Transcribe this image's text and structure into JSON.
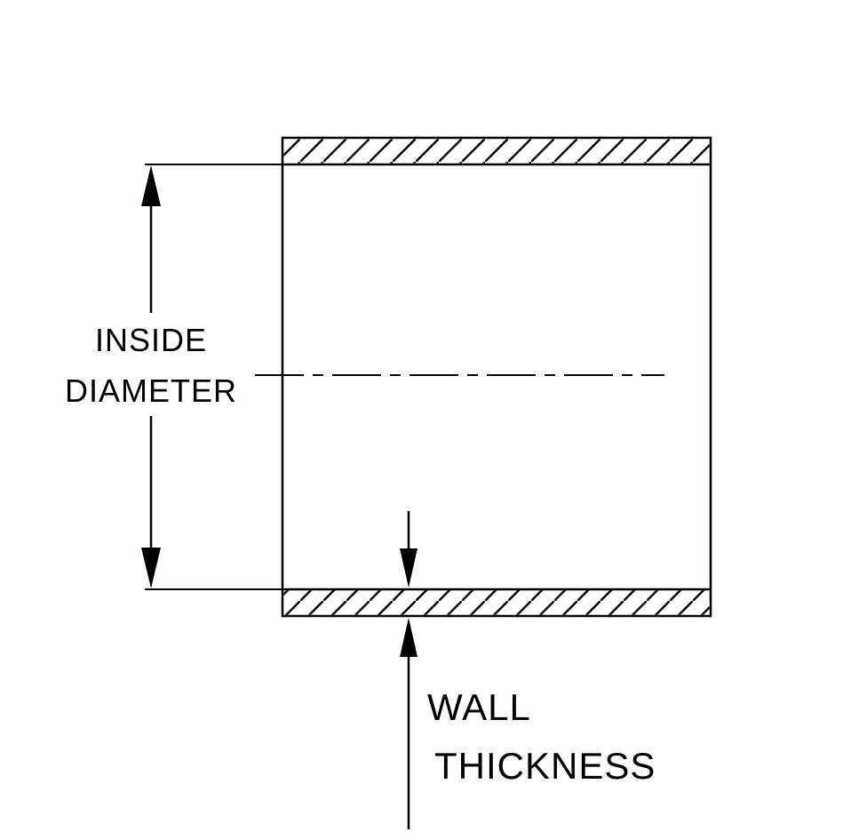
{
  "labels": {
    "inside_diameter_line1": "INSIDE",
    "inside_diameter_line2": "DIAMETER",
    "wall_thickness_line1": "WALL",
    "wall_thickness_line2": "THICKNESS"
  },
  "colors": {
    "line": "#000000",
    "background": "#ffffff"
  }
}
